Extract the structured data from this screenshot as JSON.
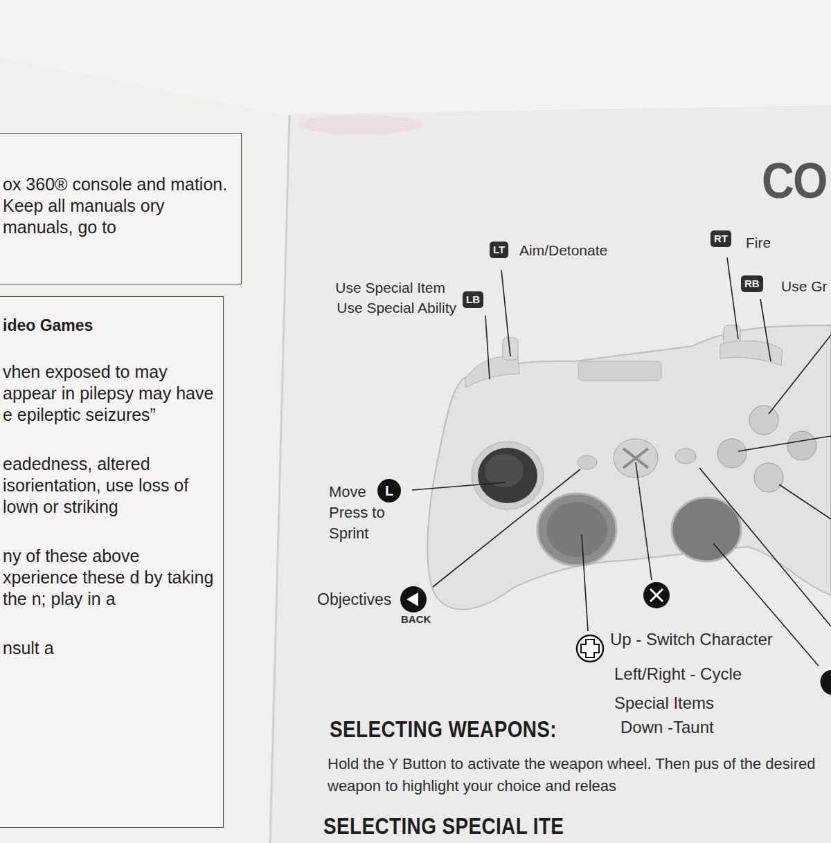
{
  "diagram": {
    "title": "CO",
    "nodes": [
      {
        "text": [
          "ox 360® console and mation. Keep all manuals ory manuals, go to"
        ]
      },
      {
        "text": [
          "ideo Games",
          "vhen exposed to may appear in pilepsy may have e epileptic seizures”",
          "eadedness, altered isorientation, use loss of lown or striking",
          "ny of these above xperience these d by taking the n; play in a",
          "nsult a"
        ]
      }
    ],
    "labels": [
      "LT",
      "Aim/Detonate",
      "RT",
      "Fire",
      "RB",
      "Use Gr",
      "Use Special Item",
      "Use Special Ability",
      "LB",
      "L",
      "Move Press to Sprint",
      "Objectives",
      "BACK",
      "Up - Switch Character",
      "Left/Right - Cycle Special Items",
      "Down -Taunt",
      "SELECTING WEAPONS:",
      "Hold the Y Button to activate the weapon wheel. Then pus of the desired weapon to highlight your choice and releas",
      "SELECTING SPECIAL ITE"
    ]
  }
}
